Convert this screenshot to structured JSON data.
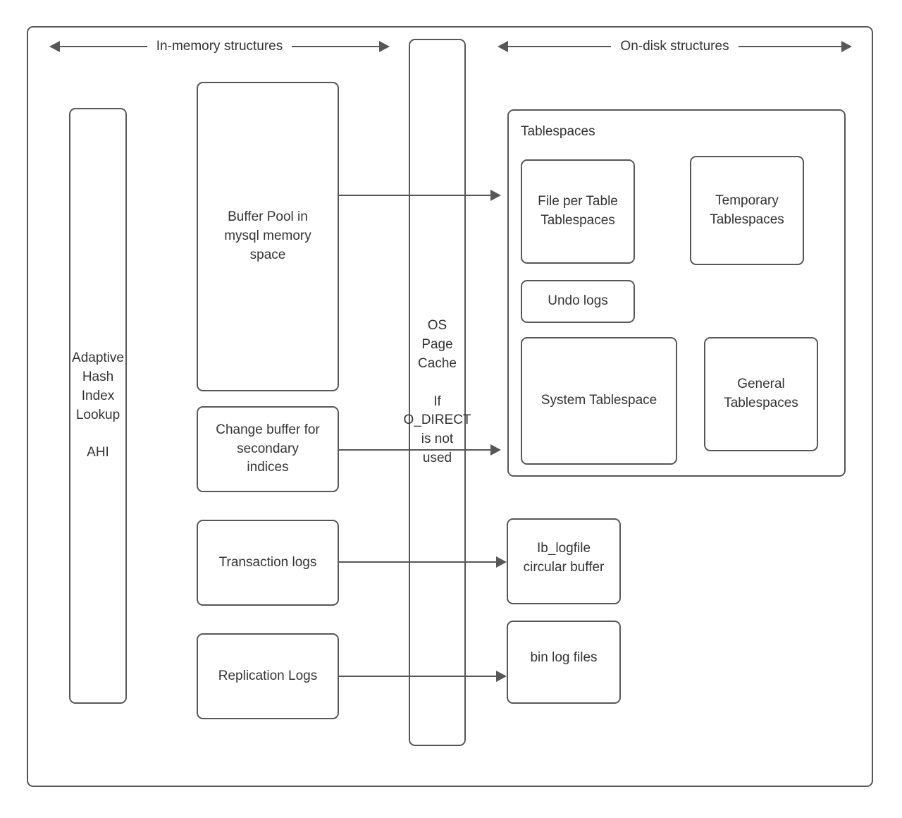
{
  "diagram": {
    "title": "MySQL InnoDB in-memory and on-disk structures",
    "stroke_color": "#575757",
    "text_color": "#333333",
    "background_color": "#ffffff"
  },
  "headers": {
    "in_memory": "In-memory structures",
    "on_disk": "On-disk structures"
  },
  "in_memory": {
    "ahi": "Adaptive\nHash\nIndex\nLookup\n\nAHI",
    "buffer_pool": "Buffer Pool in\nmysql memory\nspace",
    "change_buffer": "Change buffer for\nsecondary\nindices",
    "transaction_logs": "Transaction logs",
    "replication_logs": "Replication Logs"
  },
  "middle": {
    "os_page_cache": "OS\nPage\nCache\n\nIf\nO_DIRECT\nis not\nused"
  },
  "on_disk": {
    "tablespaces_group_title": "Tablespaces",
    "file_per_table": "File per Table\nTablespaces",
    "temporary": "Temporary\nTablespaces",
    "undo_logs": "Undo logs",
    "system_tablespace": "System Tablespace",
    "general_tablespaces": "General\nTablespaces",
    "ib_logfile": "Ib_logfile\ncircular buffer",
    "bin_log_files": "bin log files"
  },
  "connections": [
    {
      "from": "buffer_pool",
      "to": "tablespaces_group",
      "label": ""
    },
    {
      "from": "change_buffer",
      "to": "tablespaces_group",
      "label": ""
    },
    {
      "from": "transaction_logs",
      "to": "ib_logfile",
      "label": ""
    },
    {
      "from": "replication_logs",
      "to": "bin_log_files",
      "label": ""
    }
  ]
}
